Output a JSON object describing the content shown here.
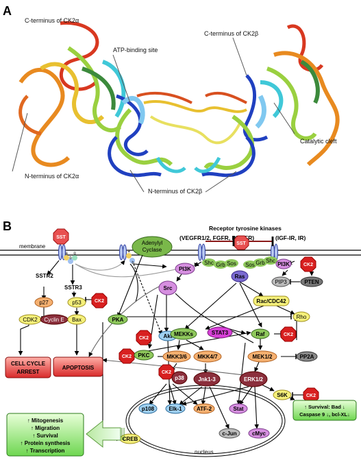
{
  "panel_a": {
    "label": "A",
    "labels": {
      "c_ck2a": "C-terminus of CK2α",
      "atp": "ATP-binding site",
      "c_ck2b": "C-terminus of CK2β",
      "cleft": "Catalytic cleft",
      "n_ck2a": "N-terminus of CK2α",
      "n_ck2b": "N-terminus of CK2β"
    }
  },
  "panel_b": {
    "label": "B",
    "membrane": "membrane",
    "rtk_title": "Receptor tyrosine kinases",
    "rtk_left": "(VEGFR1/2, FGFR, PDGFR)",
    "rtk_right": "(IGF-IR, IR)",
    "nucleus": "nucleus",
    "sst": "SST",
    "ck2": "CK2",
    "adenylyl": [
      "Adenylyl",
      "Cyclase"
    ],
    "abg": [
      "a",
      "b",
      "g"
    ],
    "nodes": {
      "sstr2": "SSTR2",
      "sstr3": "SSTR3",
      "p27": "p27",
      "p53": "p53",
      "cdk2": "CDK2",
      "cyclin_e": "Cyclin E",
      "bax": "Bax",
      "pka": "PKA",
      "pi3k": "PI3K",
      "src": "Src",
      "akt": "Akt",
      "pkc": "PKC",
      "shc": "Shc",
      "grb": "Grb",
      "sos": "Sos",
      "ras": "Ras",
      "pip3": "PIP3",
      "pten": "PTEN",
      "rac": "Rac/CDC42",
      "rho": "Rho",
      "mekks": "MEKKs",
      "stat3": "STAT3",
      "raf": "Raf",
      "mkk36": "MKK3/6",
      "mkk47": "MKK4/7",
      "mek12": "MEK1/2",
      "pp2a": "PP2A",
      "p38": "p38",
      "jnk": "Jnk1-3",
      "erk": "ERK1/2",
      "s6k": "S6K",
      "p108": "p108",
      "elk1": "Elk-1",
      "atf2": "ATF-2",
      "stat": "Stat",
      "creb": "CREB",
      "cjun": "c-Jun",
      "cmyc": "cMyc"
    },
    "cell_cycle": [
      "CELL CYCLE",
      "ARREST"
    ],
    "apoptosis": "APOPTOSIS",
    "survival_box": [
      "↑ Survival: Bad ↓",
      "Caspase 9 ↓, bcl-XL↓"
    ],
    "outcomes": [
      "↑ Mitogenesis",
      "↑ Migration",
      "↑ Survival",
      "↑ Protein synthesis",
      "↑ Transcription"
    ]
  },
  "colors": {
    "ck2_red": "#d82020",
    "green_node": "#8fc85c",
    "orange_node": "#f5b070",
    "yellow_node": "#f5f07a",
    "purple_node": "#d68fe0",
    "dark_red_node": "#8b2f3c",
    "blue_node": "#9fd0f0",
    "box_red": "#e84040",
    "box_green": "#77e055"
  }
}
